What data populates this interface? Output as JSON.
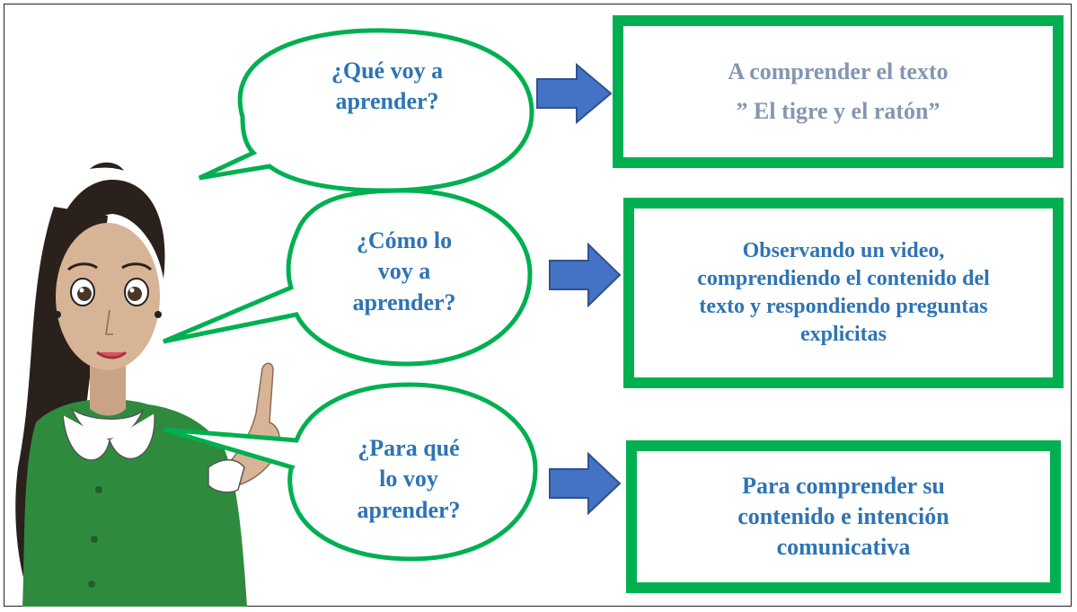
{
  "questions": [
    {
      "line1": "¿Qué voy a",
      "line2": "aprender?",
      "line3": ""
    },
    {
      "line1": "¿Cómo lo",
      "line2": "voy a",
      "line3": "aprender?"
    },
    {
      "line1": "¿Para qué",
      "line2": "lo voy",
      "line3": "aprender?"
    }
  ],
  "answers": [
    {
      "lines": [
        "A comprender el texto",
        "” El tigre y el ratón”"
      ]
    },
    {
      "lines": [
        "Observando un video,",
        "comprendiendo el contenido del",
        "texto y respondiendo preguntas",
        "explicitas"
      ]
    },
    {
      "lines": [
        "Para comprender su",
        "contenido e intención",
        "comunicativa"
      ]
    }
  ],
  "colors": {
    "green": "#00b050",
    "blue_text": "#2e74b5",
    "light_blue_text": "#8496b0",
    "arrow": "#4472c4"
  }
}
